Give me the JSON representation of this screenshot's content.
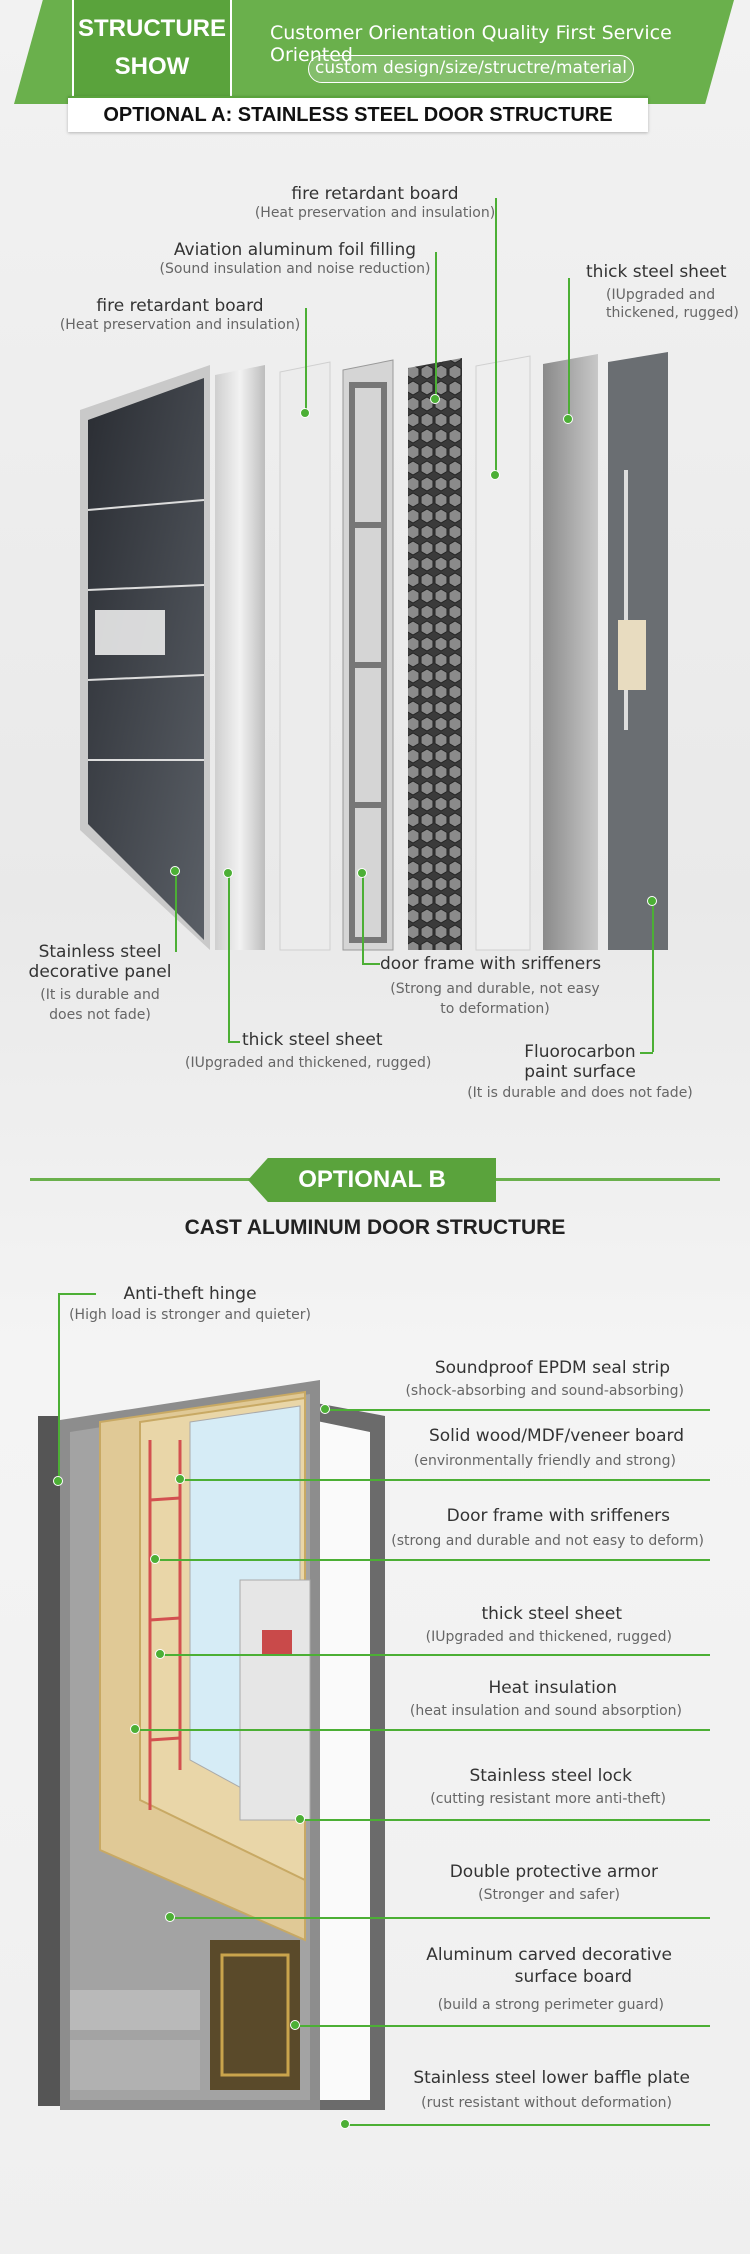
{
  "header": {
    "badge_line1": "STRUCTURE",
    "badge_line2": "SHOW",
    "slogan": "Customer Orientation Quality First Service Oriented",
    "tagline": "custom design/size/structre/material",
    "accent": "#6ab04c"
  },
  "optional_a": {
    "title": "OPTIONAL A: STAINLESS STEEL DOOR STRUCTURE",
    "labels": {
      "fire_board_top": {
        "title": "fire retardant board",
        "sub": "(Heat preservation and insulation)"
      },
      "aviation_foil": {
        "title": "Aviation aluminum foil filling",
        "sub": "(Sound insulation and noise reduction)"
      },
      "fire_board_left": {
        "title": "fire retardant board",
        "sub": "(Heat preservation and insulation)"
      },
      "thick_sheet_top": {
        "title": "thick steel sheet",
        "sub1": "(IUpgraded and",
        "sub2": "thickened, rugged)"
      },
      "decor_panel": {
        "title1": "Stainless steel",
        "title2": "decorative panel",
        "sub1": "(It is durable and",
        "sub2": "does not fade)"
      },
      "door_frame": {
        "title": "door frame with sriffeners",
        "sub1": "(Strong and durable, not easy",
        "sub2": "to deformation)"
      },
      "thick_sheet_bottom": {
        "title": "thick steel sheet",
        "sub": "(IUpgraded and thickened, rugged)"
      },
      "fluoro": {
        "title1": "Fluorocarbon",
        "title2": "paint surface",
        "sub": "(It is durable and does not fade)"
      }
    }
  },
  "optional_b": {
    "tab": "OPTIONAL  B",
    "title": "CAST ALUMINUM DOOR STRUCTURE",
    "hinge": {
      "title": "Anti-theft hinge",
      "sub": "(High load is stronger and quieter)"
    },
    "items": [
      {
        "title": "Soundproof EPDM seal strip",
        "sub": "(shock-absorbing and sound-absorbing)"
      },
      {
        "title": "Solid wood/MDF/veneer board",
        "sub": "(environmentally friendly and strong)"
      },
      {
        "title": "Door frame with sriffeners",
        "sub": "(strong and durable and not easy to deform)"
      },
      {
        "title": "thick steel sheet",
        "sub": "(IUpgraded and thickened, rugged)"
      },
      {
        "title": "Heat insulation",
        "sub": "(heat insulation and sound absorption)"
      },
      {
        "title": "Stainless steel lock",
        "sub": "(cutting resistant more anti-theft)"
      },
      {
        "title": "Double protective armor",
        "sub": "(Stronger and safer)"
      },
      {
        "title": "Aluminum carved decorative",
        "title2": "surface board",
        "sub": "(build a strong perimeter guard)"
      },
      {
        "title": "Stainless steel lower baffle plate",
        "sub": "(rust resistant without deformation)"
      }
    ]
  }
}
